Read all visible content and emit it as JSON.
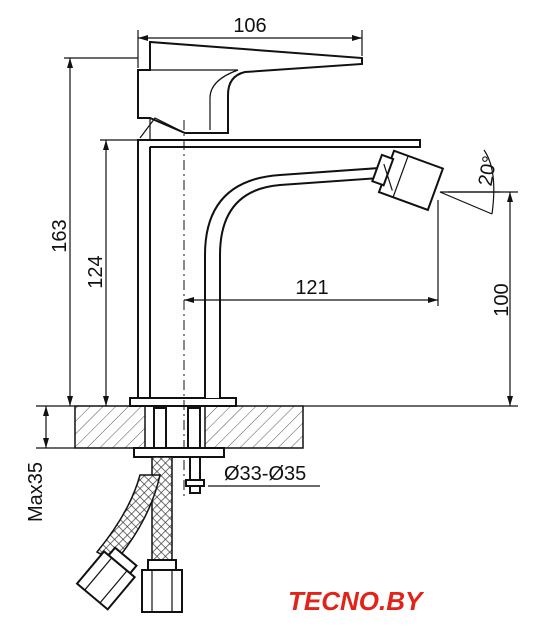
{
  "dimensions": {
    "width_top": "106",
    "height_total": "163",
    "height_spout": "124",
    "reach": "121",
    "height_outlet": "100",
    "angle": "20°",
    "hole_diameter": "Ø33-Ø35",
    "max_thickness": "Max35"
  },
  "logo": {
    "text": "TECNO.BY",
    "color": "#e2231a"
  },
  "colors": {
    "line": "#111111",
    "hatch": "#555555"
  }
}
